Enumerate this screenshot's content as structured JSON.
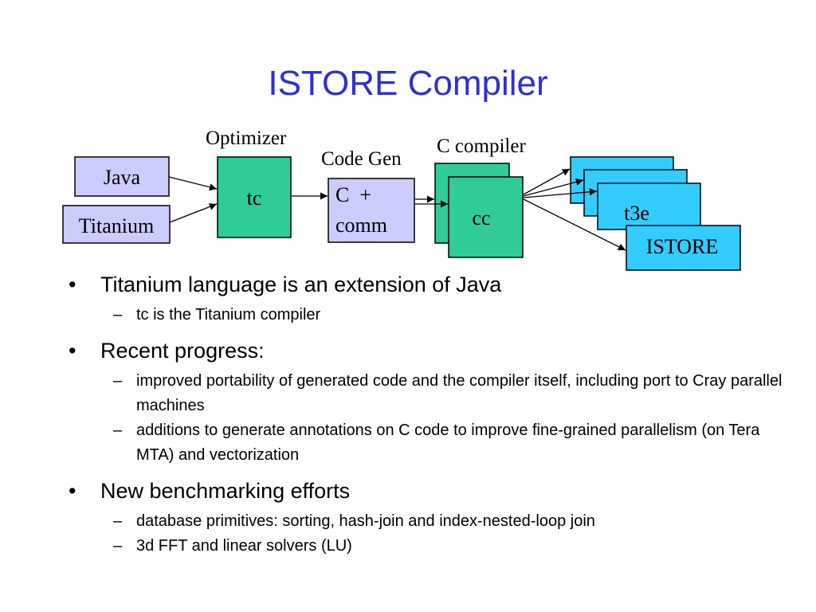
{
  "title": "ISTORE Compiler",
  "diagram": {
    "stage_labels": {
      "optimizer": "Optimizer",
      "codegen": "Code Gen",
      "ccompiler": "C compiler"
    },
    "inputs": [
      "Java",
      "Titanium"
    ],
    "tc": "tc",
    "c_comm_line1": "C  +",
    "c_comm_line2": "comm",
    "cc": "cc",
    "t3e": "t3e",
    "istore": "ISTORE",
    "colors": {
      "input_fill": "#ccccff",
      "green_fill": "#2fcc99",
      "cyan_fill": "#33ccff",
      "title": "#2f2fd0"
    }
  },
  "bullets": [
    {
      "mark": "•",
      "text": "Titanium language is an extension of Java",
      "subs": [
        {
          "mark": "–",
          "text": "tc is the Titanium compiler"
        }
      ]
    },
    {
      "mark": "•",
      "text": "Recent progress:",
      "subs": [
        {
          "mark": "–",
          "text": "improved portability of generated code and the compiler itself, including port to Cray parallel machines"
        },
        {
          "mark": "–",
          "text": "additions to generate annotations on C code to improve fine-grained parallelism (on Tera MTA) and vectorization"
        }
      ]
    },
    {
      "mark": "•",
      "text": "New benchmarking efforts",
      "subs": [
        {
          "mark": "–",
          "text": "database primitives: sorting, hash-join and index-nested-loop join"
        },
        {
          "mark": "–",
          "text": "3d FFT and linear solvers (LU)"
        }
      ]
    }
  ]
}
